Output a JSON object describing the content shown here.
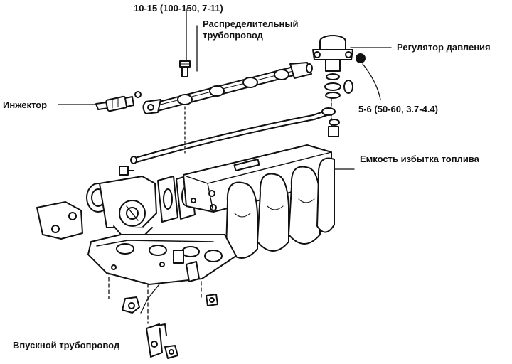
{
  "labels": {
    "torque_rail": "10-15 (100-150, 7-11)",
    "fuel_rail_line1": "Распределительный",
    "fuel_rail_line2": "трубопровод",
    "pressure_regulator": "Регулятор давления",
    "injector": "Инжектор",
    "torque_regulator": "5-6 (50-60, 3.7-4.4)",
    "surge_tank": "Емкость избытка топлива",
    "intake_manifold": "Впускной трубопровод"
  },
  "colors": {
    "ink": "#111111",
    "paper": "#ffffff"
  }
}
